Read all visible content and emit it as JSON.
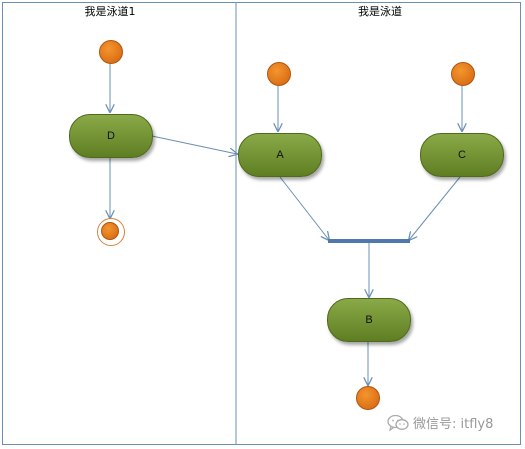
{
  "lanes": [
    {
      "title": "我是泳道1"
    },
    {
      "title": "我是泳道"
    }
  ],
  "nodes": {
    "D": {
      "label": "D"
    },
    "A": {
      "label": "A"
    },
    "C": {
      "label": "C"
    },
    "B": {
      "label": "B"
    }
  },
  "watermark": {
    "text": "微信号: itfly8",
    "icon": "wechat-icon"
  },
  "colors": {
    "border": "#6b8fb5",
    "activity_fill_top": "#8aaa48",
    "activity_fill_bottom": "#5f7e23",
    "start_node": "#e07a1b",
    "arrow": "#6b8fb5",
    "sync_bar": "#4f79ad"
  }
}
